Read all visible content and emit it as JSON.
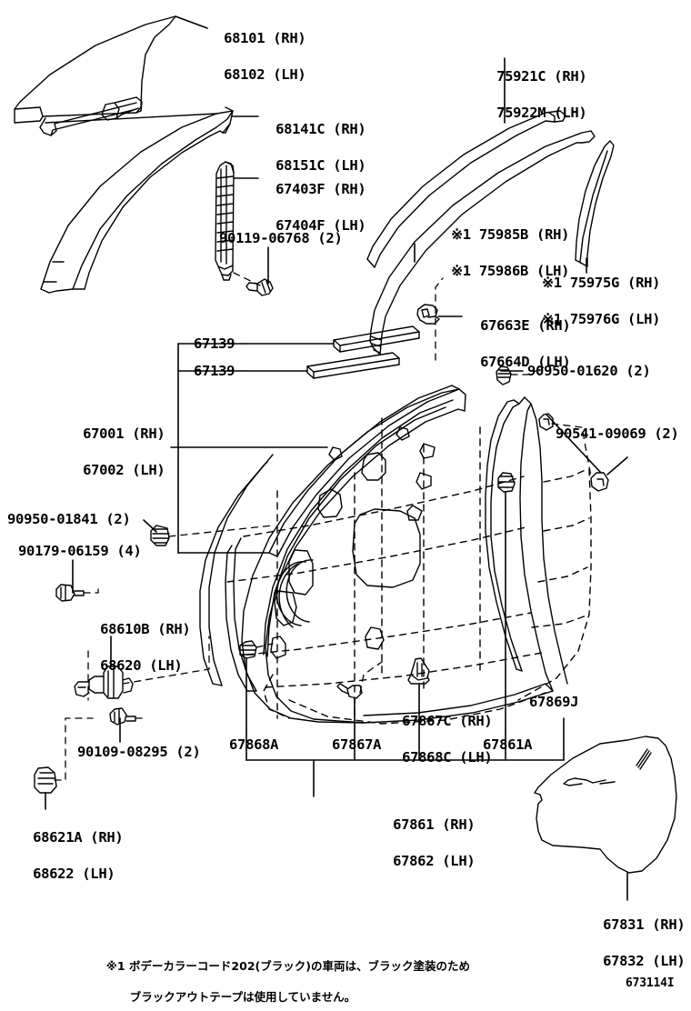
{
  "diagram": {
    "code": "673114I",
    "footnote_line1": "※1 ボデーカラーコード202(ブラック)の車両は、ブラック塗装のため",
    "footnote_line2": "ブラックアウトテープは使用していません。"
  },
  "labels": {
    "glass": {
      "rh": "68101 (RH)",
      "lh": "68102 (LH)"
    },
    "run_channel": {
      "rh": "68141C (RH)",
      "lh": "68151C (LH)"
    },
    "division_bar": {
      "rh": "67403F (RH)",
      "lh": "67404F (LH)"
    },
    "screw_90119": "90119-06768 (2)",
    "belt_moulding": {
      "rh": "75921C (RH)",
      "lh": "75922M (LH)"
    },
    "blackout_tape_upper": {
      "rh": "※1 75985B (RH)",
      "lh": "※1 75986B (LH)"
    },
    "blackout_tape_rear": {
      "rh": "※1 75975G (RH)",
      "lh": "※1 75976G (LH)"
    },
    "cover_67663": {
      "rh": "67663E (RH)",
      "lh": "67664D (LH)"
    },
    "retainer_67139_a": "67139",
    "retainer_67139_b": "67139",
    "door_panel": {
      "rh": "67001 (RH)",
      "lh": "67002 (LH)"
    },
    "clip_90950_01620": "90950-01620 (2)",
    "nut_90541_09069": "90541-09069 (2)",
    "clip_90950_01841": "90950-01841 (2)",
    "bolt_90179_06159": "90179-06159 (4)",
    "check_assy": {
      "rh": "68610B (RH)",
      "lh": "68620 (LH)"
    },
    "bolt_90109_08295": "90109-08295 (2)",
    "check_cover": {
      "rh": "68621A (RH)",
      "lh": "68622 (LH)"
    },
    "clip_67868a": "67868A",
    "clip_67867a": "67867A",
    "seal_67867c": {
      "rh": "67867C (RH)",
      "lh": "67868C (LH)"
    },
    "clip_67861a": "67861A",
    "clip_67869j": "67869J",
    "service_hole_cover": {
      "rh": "67861 (RH)",
      "lh": "67862 (LH)"
    },
    "silencer": {
      "rh": "67831 (RH)",
      "lh": "67832 (LH)"
    }
  }
}
